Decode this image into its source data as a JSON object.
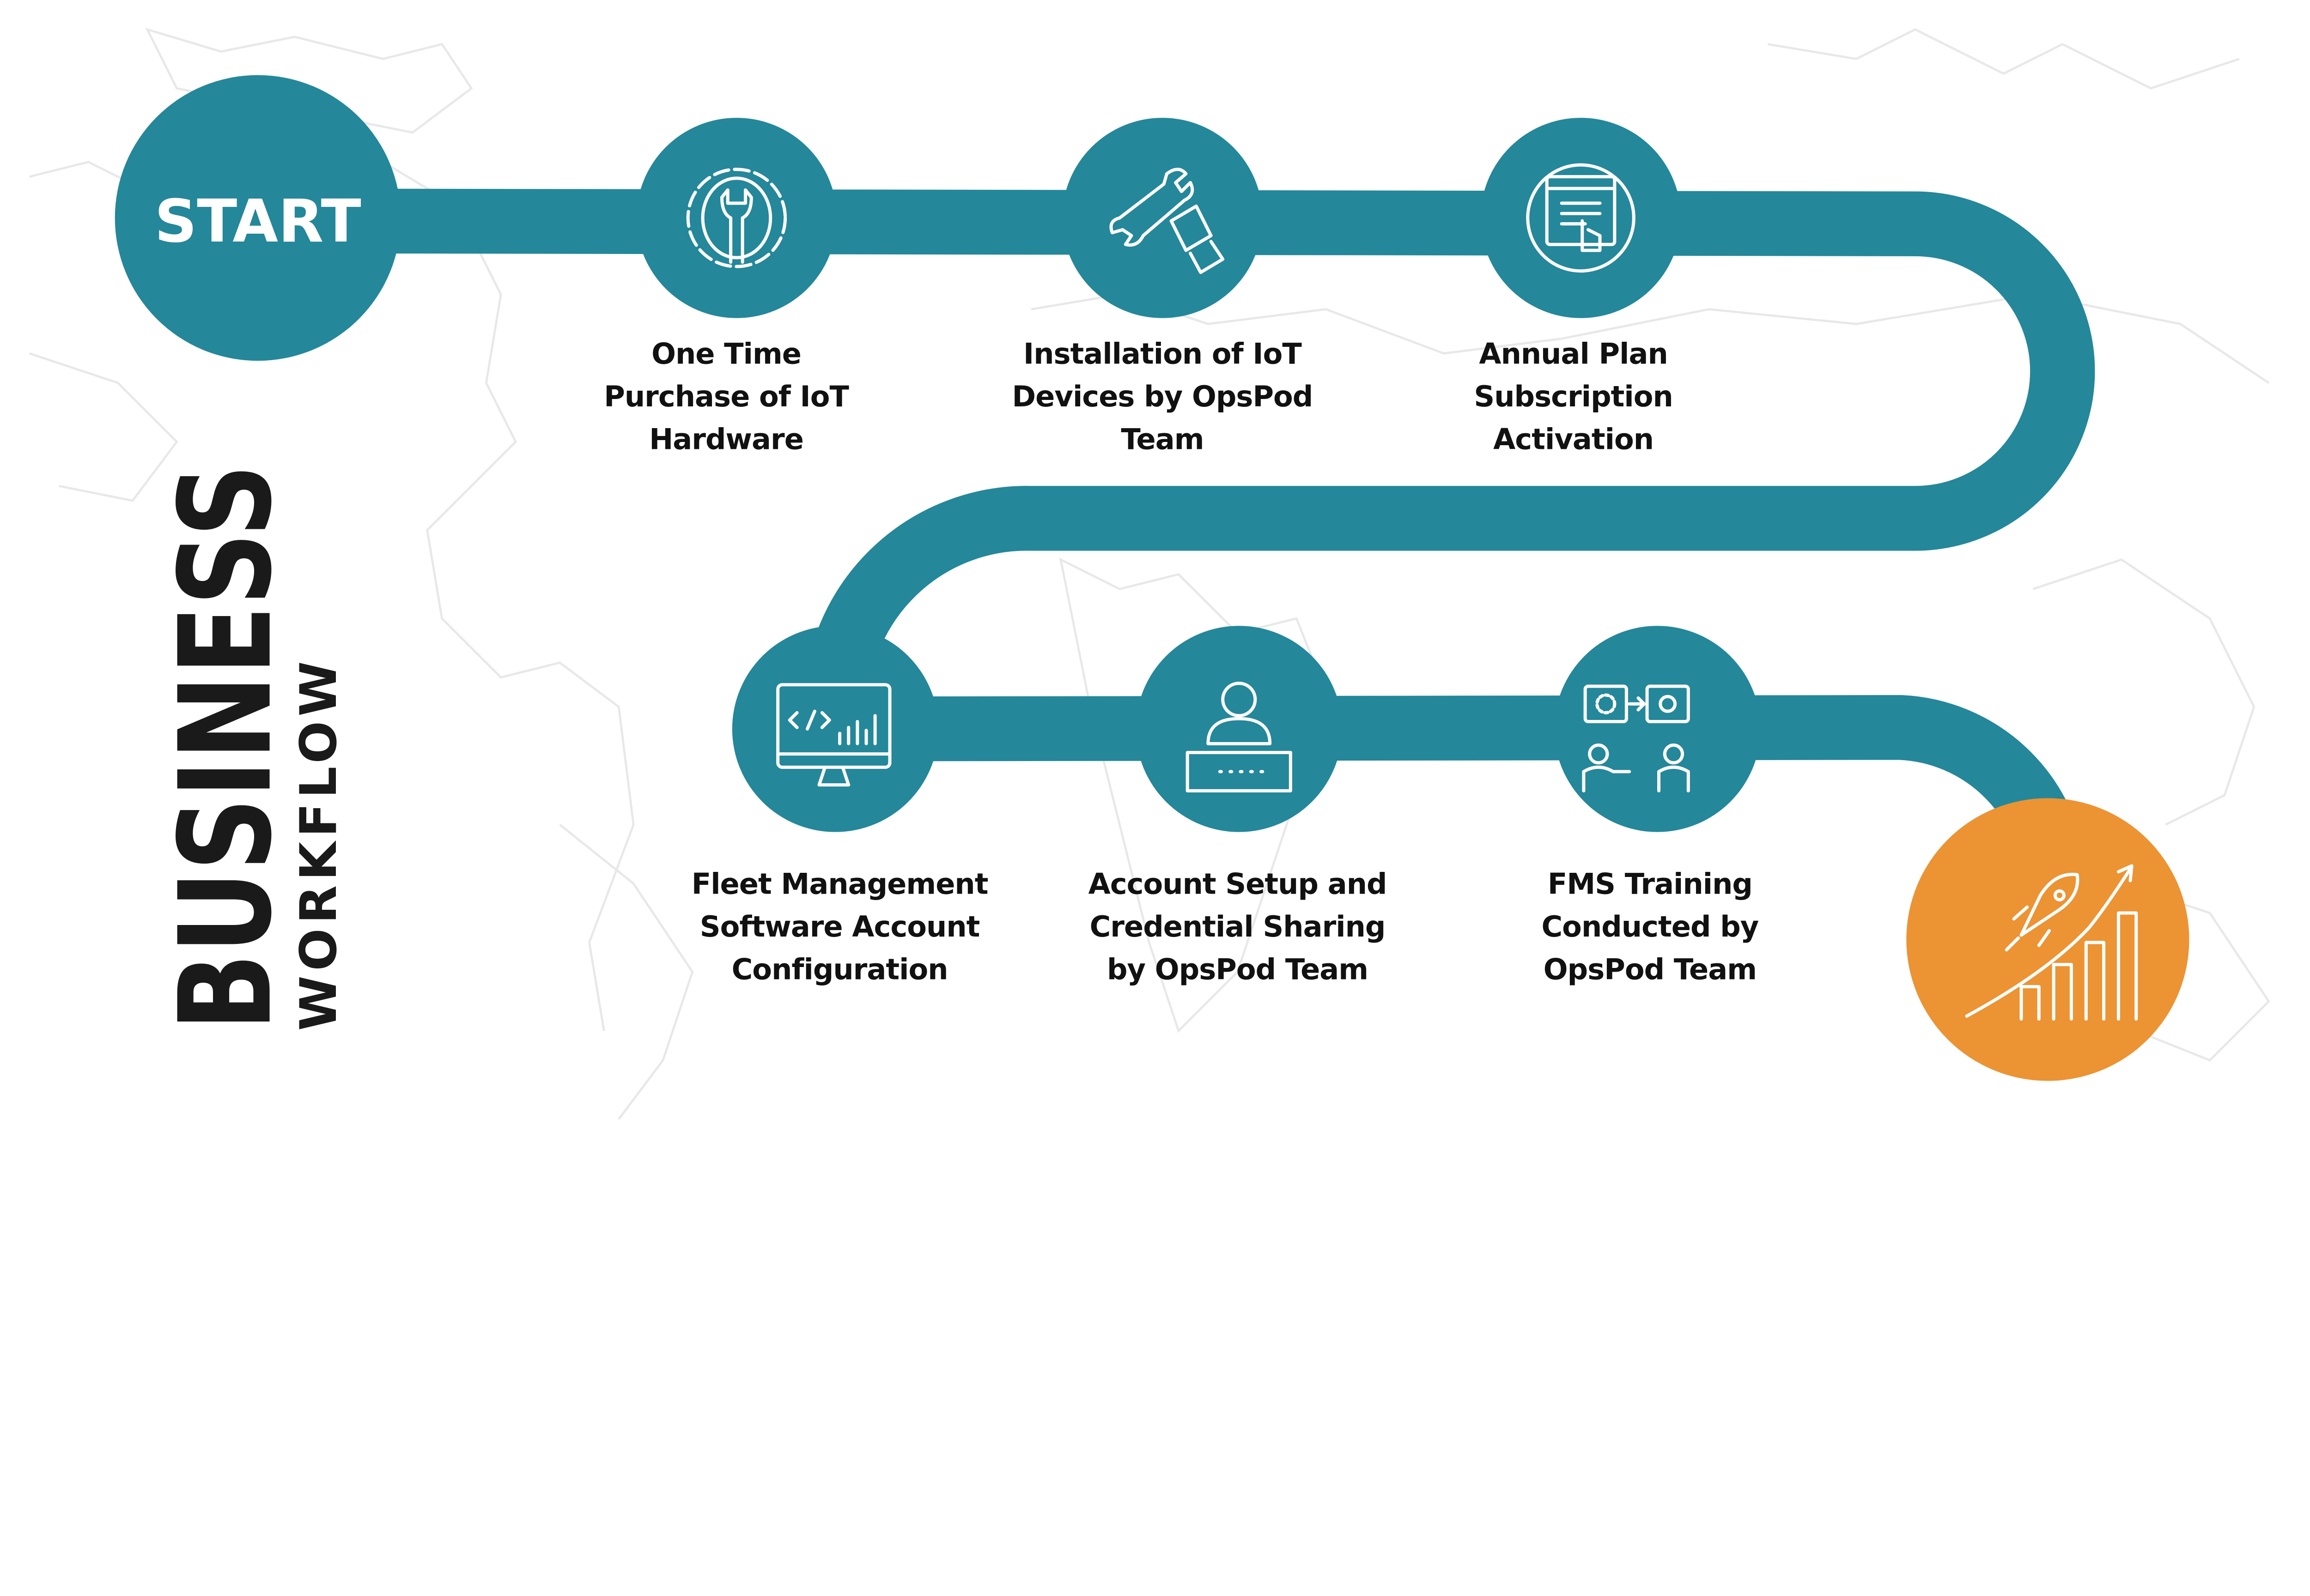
{
  "title": {
    "main": "BUSINESS",
    "sub": "WORKFLOW"
  },
  "colors": {
    "path": "#24879a",
    "finish": "#ec9333",
    "text": "#111111",
    "map": "#e8e8e8"
  },
  "start": {
    "label": "START"
  },
  "steps": [
    {
      "icon": "gear-wrench-icon",
      "lines": [
        "One Time",
        "Purchase of IoT",
        "Hardware"
      ]
    },
    {
      "icon": "hand-wrench-icon",
      "lines": [
        "Installation of IoT",
        "Devices by OpsPod",
        "Team"
      ]
    },
    {
      "icon": "browser-click-icon",
      "lines": [
        "Annual Plan",
        "Subscription",
        "Activation"
      ]
    },
    {
      "icon": "monitor-code-chart-icon",
      "lines": [
        "Fleet Management",
        "Software Account",
        "Configuration"
      ]
    },
    {
      "icon": "user-password-icon",
      "lines": [
        "Account Setup and",
        "Credential Sharing",
        "by OpsPod Team"
      ]
    },
    {
      "icon": "training-presentation-icon",
      "lines": [
        "FMS Training",
        "Conducted by",
        "OpsPod Team"
      ]
    }
  ],
  "finish": {
    "icon": "rocket-growth-chart-icon"
  }
}
